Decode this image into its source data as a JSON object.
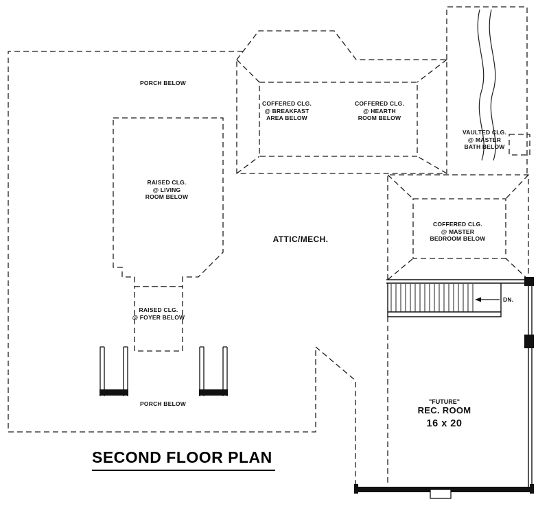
{
  "title": "SECOND FLOOR PLAN",
  "rooms": {
    "porch_top": "PORCH BELOW",
    "breakfast": "COFFERED CLG.\n@ BREAKFAST\nAREA BELOW",
    "hearth": "COFFERED CLG.\n@ HEARTH\nROOM BELOW",
    "master_bath": "VAULTED CLG.\n@ MASTER\nBATH BELOW",
    "living": "RAISED CLG.\n@ LIVING\nROOM BELOW",
    "attic": "ATTIC/MECH.",
    "master_bedroom": "COFFERED CLG.\n@ MASTER\nBEDROOM BELOW",
    "foyer": "RAISED CLG.\n@ FOYER BELOW",
    "stairs_dn": "DN.",
    "porch_bottom": "PORCH BELOW",
    "rec_room_future": "\"FUTURE\"",
    "rec_room_name": "REC. ROOM",
    "rec_room_size": "16 x 20"
  },
  "colors": {
    "line": "#1c1c1c",
    "background": "#ffffff"
  }
}
